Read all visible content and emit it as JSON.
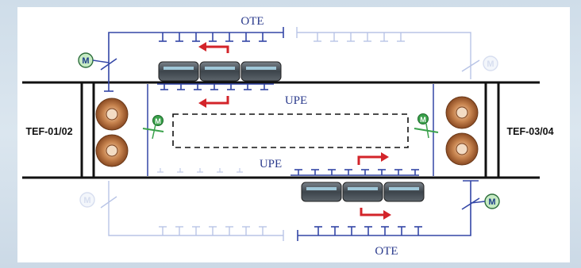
{
  "labels": {
    "ote_top": "OTE",
    "ote_bottom": "OTE",
    "upe_top": "UPE",
    "upe_bottom": "UPE",
    "tef_left": "TEF-01/02",
    "tef_right": "TEF-03/04",
    "motor": "M"
  },
  "colors": {
    "duct_blue": "#3346a6",
    "faded_blue": "#b8c4e6",
    "tunnel_line": "#111111",
    "arrow_red": "#d3242a",
    "motor_green": "#3aa14b",
    "motor_fill": "#c7ebc4",
    "fan_bronze": "#b77444",
    "train_body": "#4a525a"
  },
  "icons": [
    "motor-icon",
    "fan-icon",
    "train-icon",
    "flow-arrow-icon"
  ]
}
